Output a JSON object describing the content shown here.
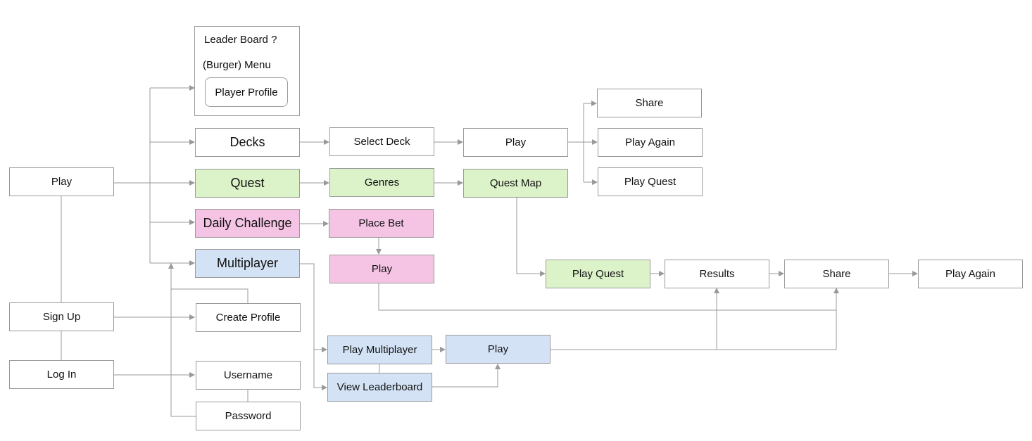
{
  "nodes": {
    "play_root": "Play",
    "sign_up": "Sign Up",
    "log_in": "Log In",
    "leader_board": "Leader Board ?",
    "burger_menu": "(Burger) Menu",
    "player_profile": "Player Profile",
    "decks": "Decks",
    "quest": "Quest",
    "daily_challenge": "Daily Challenge",
    "multiplayer": "Multiplayer",
    "create_profile": "Create Profile",
    "username": "Username",
    "password": "Password",
    "select_deck": "Select Deck",
    "genres": "Genres",
    "place_bet": "Place Bet",
    "daily_play": "Play",
    "play_multiplayer": "Play Multiplayer",
    "view_leaderboard": "View Leaderboard",
    "deck_play": "Play",
    "quest_map": "Quest Map",
    "multi_play": "Play",
    "share_top": "Share",
    "play_again_top": "Play Again",
    "play_quest_top": "Play Quest",
    "play_quest_mid": "Play Quest",
    "results": "Results",
    "share_mid": "Share",
    "play_again_mid": "Play Again"
  },
  "colors": {
    "quest_green": "#dcf2c9",
    "daily_pink": "#f5c4e4",
    "multiplayer_blue": "#d3e3f5",
    "line_gray": "#999999",
    "border_gray": "#9a9a9a"
  }
}
